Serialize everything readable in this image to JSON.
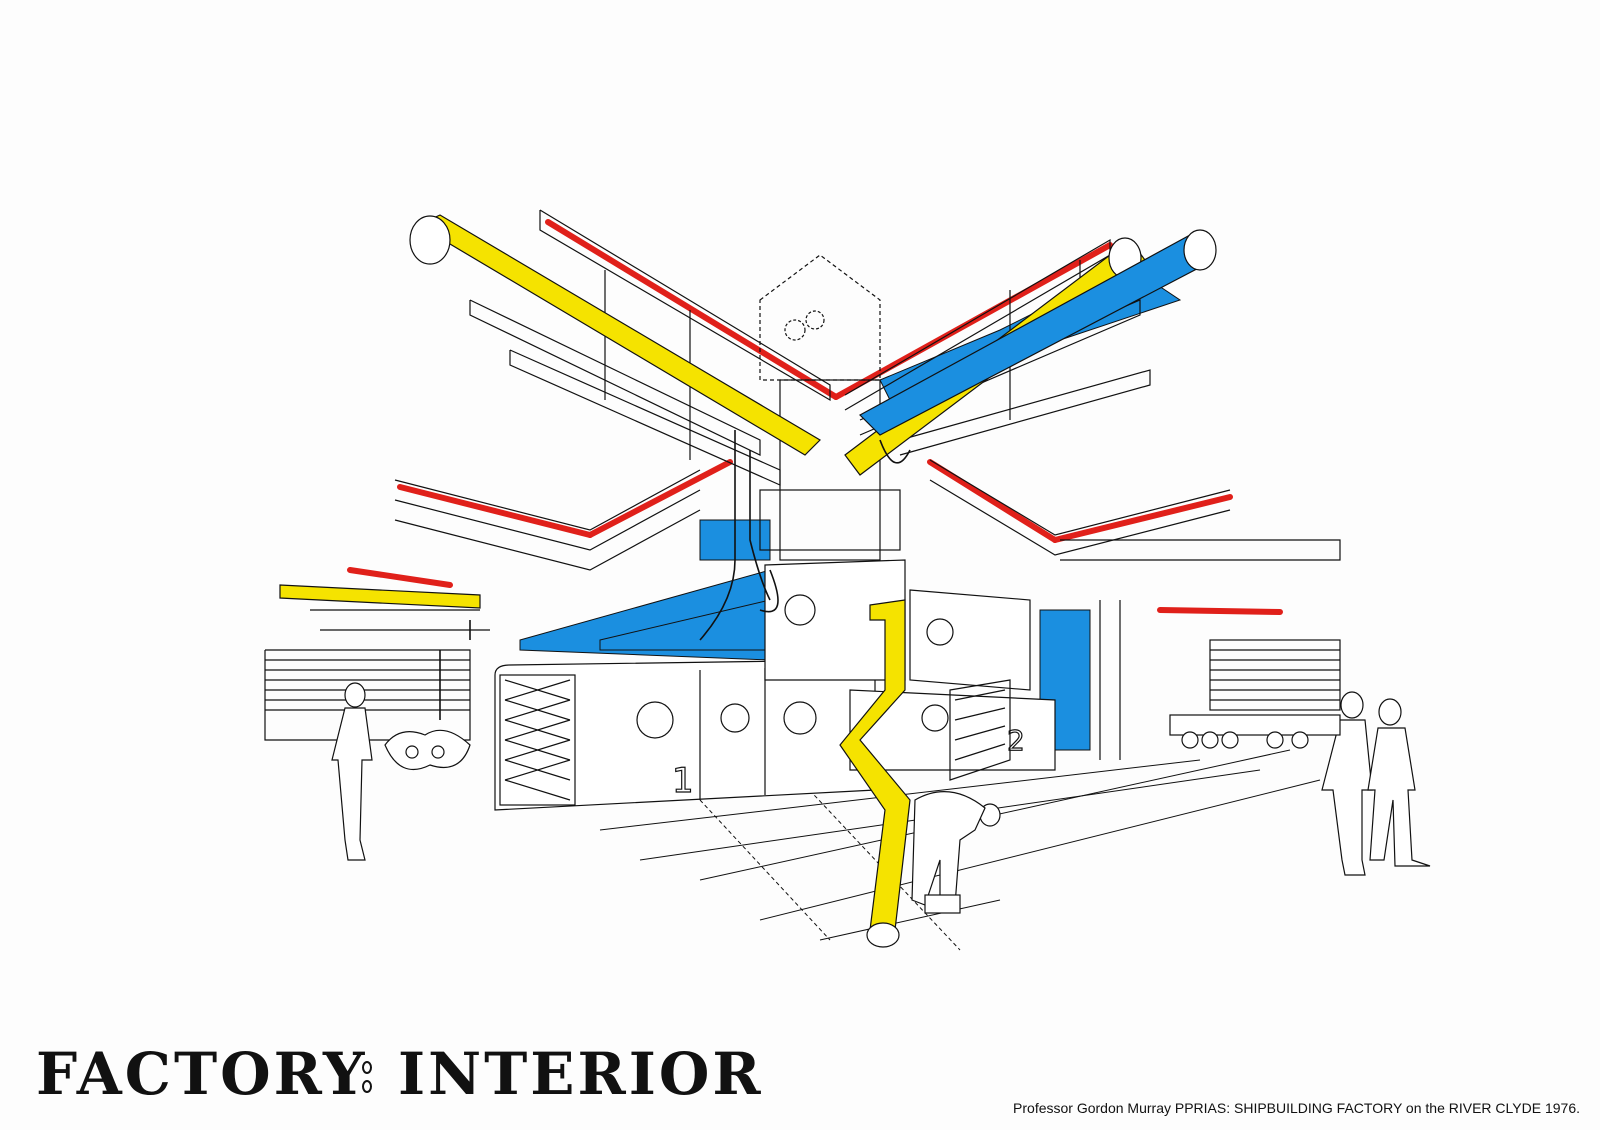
{
  "title": {
    "left": "FACTORY",
    "right": "INTERIOR"
  },
  "caption": "Professor Gordon Murray PPRIAS: SHIPBUILDING FACTORY on the RIVER CLYDE 1976.",
  "pod_labels": {
    "pod1": "1",
    "pod2": "2"
  },
  "colors": {
    "yellow": "#f5e300",
    "blue": "#1b8fe0",
    "red": "#e0201a",
    "ink": "#111111"
  }
}
